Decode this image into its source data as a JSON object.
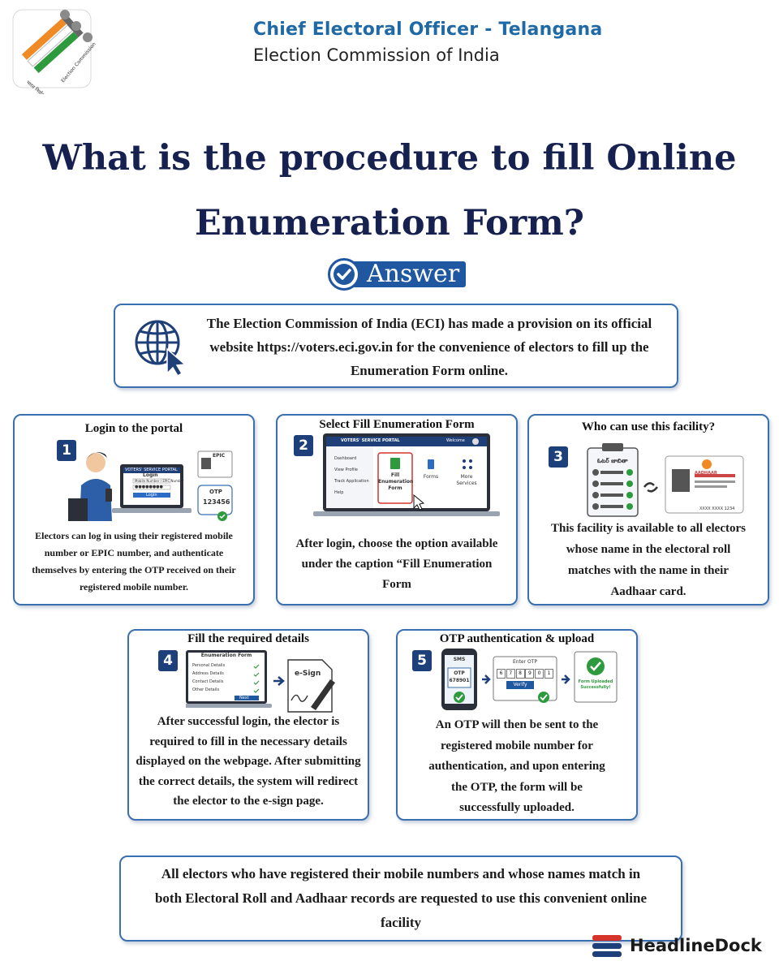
{
  "header": {
    "line1": "Chief Electoral Officer - Telangana",
    "line2": "Election Commission of India"
  },
  "logo": {
    "icon": "eci-logo"
  },
  "title": {
    "line1": "What is the procedure to fill Online",
    "line2": "Enumeration Form?"
  },
  "answer_badge": "Answer",
  "intro": {
    "lines": [
      "The Election Commission of India (ECI) has made a provision on its official",
      "website https://voters.eci.gov.in for the convenience of electors to fill up the",
      "Enumeration Form online."
    ]
  },
  "steps": [
    {
      "number": "1",
      "title": "Login to the portal",
      "text": [
        "Electors can log in using their registered mobile",
        "number or EPIC number, and authenticate",
        "themselves by entering the OTP received on their",
        "registered mobile number."
      ],
      "illus": {
        "portal": "VOTERS' SERVICE PORTAL",
        "login": "Login",
        "mobile_field": "Mobile Number / EPIC Number",
        "password": "●●●●●●●●",
        "button": "Login",
        "epic": "EPIC",
        "otp_label": "OTP",
        "otp_value": "123456"
      }
    },
    {
      "number": "2",
      "title": "Select Fill Enumeration Form",
      "text": [
        "After login, choose the option available",
        "under the caption “Fill Enumeration",
        "Form"
      ],
      "illus": {
        "portal": "VOTERS' SERVICE PORTAL",
        "welcome": "Welcome",
        "menu": [
          "Dashboard",
          "View Profile",
          "Track Application",
          "Help"
        ],
        "tile_fill": [
          "Fill",
          "Enumeration",
          "Form"
        ],
        "tile_forms": "Forms",
        "tile_more": [
          "More",
          "Services"
        ]
      }
    },
    {
      "number": "3",
      "title": "Who can use this facility?",
      "text": [
        "This facility is available to all electors",
        "whose name in the electoral roll",
        "matches with the name in their",
        "Aadhaar card."
      ],
      "illus": {
        "roll_title": "ఓటర్ జాబితా",
        "aadhaar": "AADHAAR",
        "aadhaar_number": "XXXX XXXX 1234"
      }
    },
    {
      "number": "4",
      "title": "Fill the required details",
      "text": [
        "After successful login, the elector is",
        "required to fill in the necessary details",
        "displayed on the webpage. After submitting",
        "the correct details, the system will redirect",
        "the elector to the e-sign page."
      ],
      "illus": {
        "form_title": "Enumeration Form",
        "fields": [
          "Personal Details",
          "Address Details",
          "Contact Details",
          "Other Details"
        ],
        "next": "Next",
        "esign": "e-Sign"
      }
    },
    {
      "number": "5",
      "title": "OTP authentication & upload",
      "text": [
        "An OTP will then be sent to the",
        "registered mobile number for",
        "authentication, and upon entering",
        "the OTP, the form will be",
        "successfully uploaded."
      ],
      "illus": {
        "sms": "SMS",
        "otp_label": "OTP",
        "otp_value": "678901",
        "enter_otp": "Enter OTP",
        "digits": [
          "6",
          "7",
          "8",
          "9",
          "0",
          "1"
        ],
        "verify": "Verify",
        "uploaded": [
          "Form Uploaded",
          "Successfully!"
        ]
      }
    }
  ],
  "bottom": {
    "lines": [
      "All electors who have registered their mobile numbers and whose names match in",
      "both Electoral Roll and Aadhaar records are requested to use this convenient online",
      "facility"
    ]
  },
  "brand": {
    "name": "HeadlineDock",
    "icon": "headlinedock-logo"
  },
  "colors": {
    "navy": "#16214f",
    "blue": "#1f57a0",
    "header_blue": "#1f6aa6",
    "green": "#2e9a3e",
    "saffron": "#f08a24",
    "red": "#d6332b"
  }
}
